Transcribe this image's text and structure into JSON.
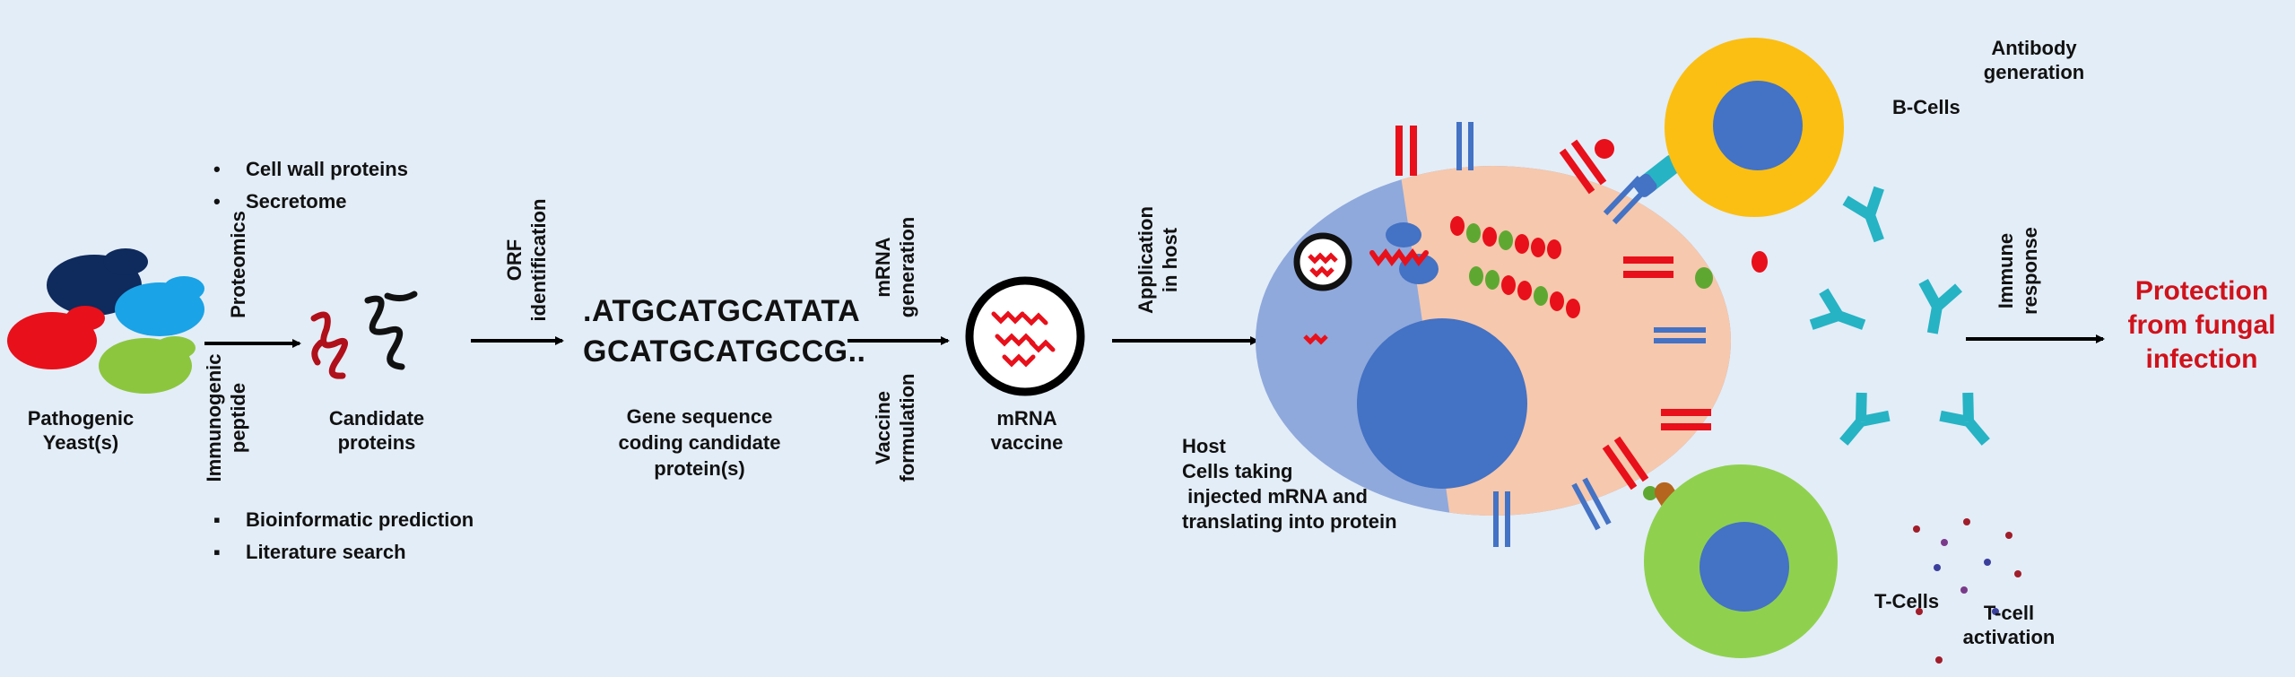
{
  "steps": {
    "yeast": "Pathogenic\nYeast(s)",
    "proteomics": "Proteomics",
    "immunogenic": "Immunogenic\npeptide",
    "candidate": "Candidate\nproteins",
    "orf": "ORF\nidentification",
    "sequence_line1": ".ATGCATGCATATA",
    "sequence_line2": "GCATGCATGCCG..",
    "gene_seq": "Gene sequence\ncoding candidate\nprotein(s)",
    "mrna_gen": "mRNA\ngeneration",
    "vaccine_form": "Vaccine\nformulation",
    "mrna_vaccine": "mRNA\nvaccine",
    "application": "Application\nin host",
    "host": "Host\nCells taking\n injected mRNA and\ntranslating into protein",
    "b_cells": "B-Cells",
    "antibody": "Antibody\ngeneration",
    "t_cells": "T-Cells",
    "t_activation": "T-cell\nactivation",
    "immune": "Immune\nresponse",
    "protection": "Protection\nfrom fungal\ninfection"
  },
  "top_bullets": [
    "Cell wall proteins",
    "Secretome"
  ],
  "bottom_bullets": [
    "Bioinformatic prediction",
    "Literature search"
  ],
  "colors": {
    "background": "#e3edf7",
    "yeast_navy": "#0f2a5c",
    "yeast_red": "#e8101a",
    "yeast_sky": "#1aa3e6",
    "yeast_green": "#8cc63f",
    "cell_blue": "#8fa9dc",
    "cell_peach": "#f6c8ad",
    "nucleus": "#4472c4",
    "b_cell": "#fbbf14",
    "t_cell": "#8fd14f",
    "antibody": "#26b3c4",
    "protection_red": "#d0121b"
  }
}
